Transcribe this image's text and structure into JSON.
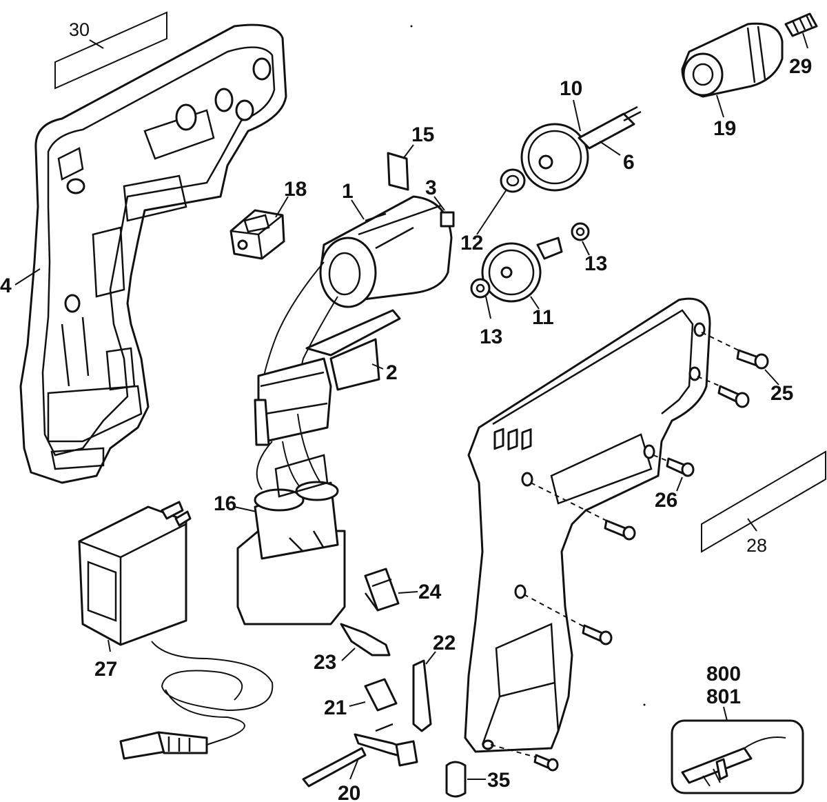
{
  "diagram": {
    "callouts": {
      "c1": "1",
      "c2": "2",
      "c3": "3",
      "c4": "4",
      "c6": "6",
      "c10": "10",
      "c11": "11",
      "c12": "12",
      "c13a": "13",
      "c13b": "13",
      "c15": "15",
      "c16": "16",
      "c18": "18",
      "c19": "19",
      "c20": "20",
      "c21": "21",
      "c22": "22",
      "c23": "23",
      "c24": "24",
      "c25": "25",
      "c26": "26",
      "c27": "27",
      "c28": "28",
      "c29": "29",
      "c30": "30",
      "c35": "35",
      "c800": "800",
      "c801": "801"
    }
  }
}
